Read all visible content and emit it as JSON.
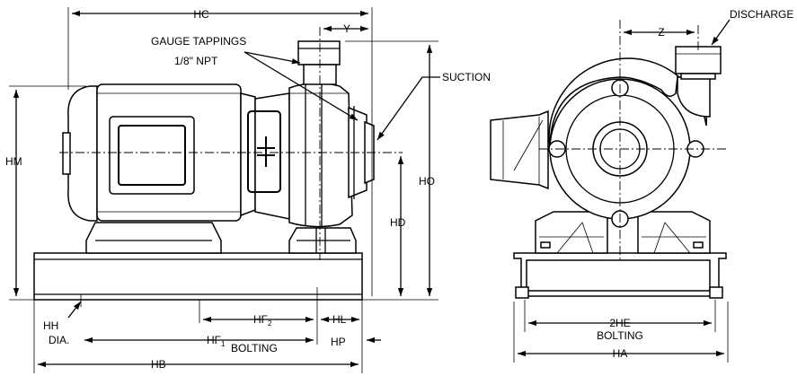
{
  "labels": {
    "hc": "HC",
    "y": "Y",
    "gauge_tappings": "GAUGE TAPPINGS",
    "npt": "1/8\" NPT",
    "suction": "SUCTION",
    "hm": "HM",
    "ho": "HO",
    "hd": "HD",
    "hf2": "HF",
    "hf2_sub": "2",
    "hl": "HL",
    "hh": "HH",
    "dia": "DIA.",
    "hf1": "HF",
    "hf1_sub": "1",
    "bolting_side": "BOLTING",
    "hp": "HP",
    "hb": "HB",
    "z": "Z",
    "discharge": "DISCHARGE",
    "he2": "2HE",
    "bolting_end": "BOLTING",
    "ha": "HA"
  }
}
